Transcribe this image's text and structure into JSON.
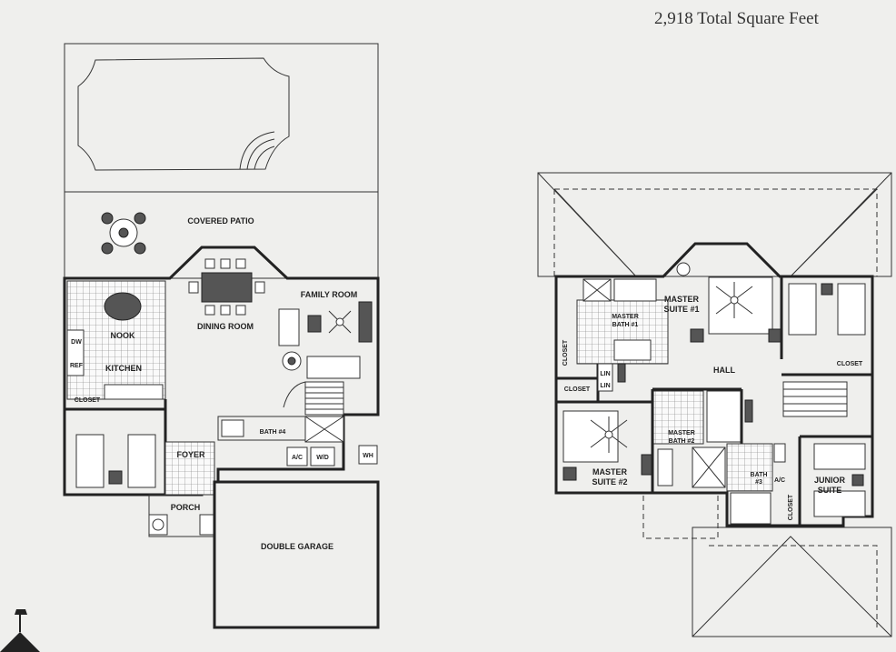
{
  "header": {
    "total_area": "2,918 Total Square Feet"
  },
  "first_floor": {
    "rooms": {
      "covered_patio": "COVERED PATIO",
      "nook": "NOOK",
      "kitchen": "KITCHEN",
      "dining_room": "DINING ROOM",
      "family_room": "FAMILY ROOM",
      "closet": "CLOSET",
      "bath4": "BATH #4",
      "foyer": "FOYER",
      "porch": "PORCH",
      "double_garage": "DOUBLE GARAGE",
      "ac": "A/C",
      "wd": "W/D",
      "wh": "WH",
      "ref": "REF",
      "dw": "DW"
    }
  },
  "second_floor": {
    "rooms": {
      "master_suite_1_a": "MASTER",
      "master_suite_1_b": "SUITE #1",
      "master_bath_1_a": "MASTER",
      "master_bath_1_b": "BATH #1",
      "closet_left": "CLOSET",
      "closet_left_lower": "CLOSET",
      "lin_1": "LIN",
      "lin_2": "LIN",
      "hall": "HALL",
      "closet_right": "CLOSET",
      "master_bath_2_a": "MASTER",
      "master_bath_2_b": "BATH #2",
      "master_suite_2_a": "MASTER",
      "master_suite_2_b": "SUITE #2",
      "bath_3_a": "BATH",
      "bath_3_b": "#3",
      "ac": "A/C",
      "junior_suite_a": "JUNIOR",
      "junior_suite_b": "SUITE",
      "closet_junior": "CLOSET"
    }
  }
}
